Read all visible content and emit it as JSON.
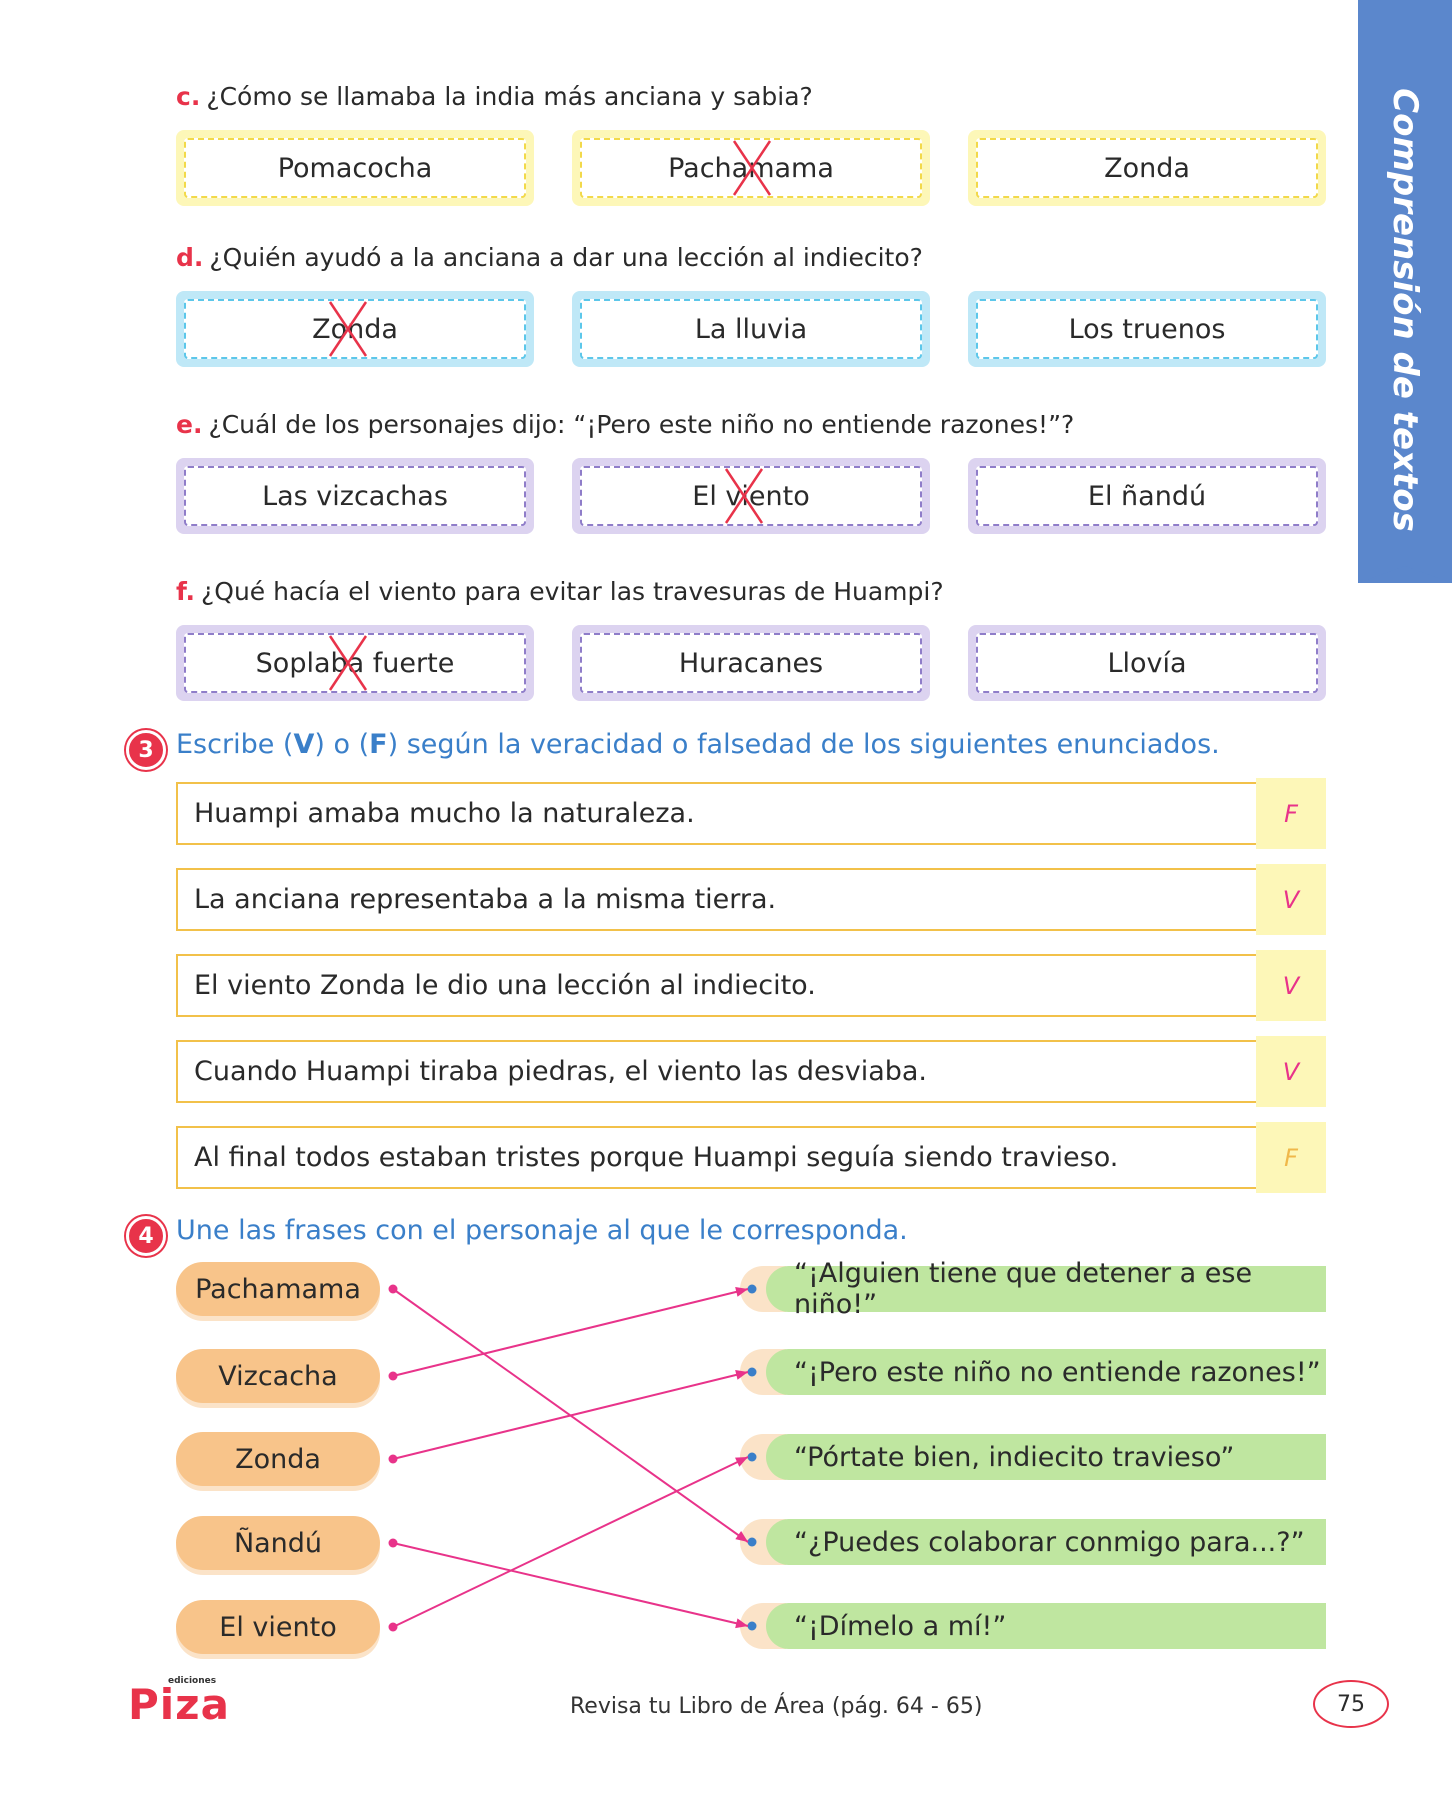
{
  "sidebar": {
    "label": "Comprensión de textos",
    "color": "#5b87cc"
  },
  "questions": [
    {
      "letter": "c.",
      "text": "¿Cómo se llamaba la india más anciana y sabia?",
      "options": [
        "Pomacocha",
        "Pachamama",
        "Zonda"
      ],
      "crossed": 1,
      "style": "yellow"
    },
    {
      "letter": "d.",
      "text": "¿Quién ayudó a la anciana a dar una lección al indiecito?",
      "options": [
        "Zonda",
        "La lluvia",
        "Los truenos"
      ],
      "crossed": 0,
      "style": "blue"
    },
    {
      "letter": "e.",
      "text": "¿Cuál de los personajes dijo: “¡Pero este niño no entiende razones!”?",
      "options": [
        "Las vizcachas",
        "El viento",
        "El ñandú"
      ],
      "crossed": 1,
      "style": "purple"
    },
    {
      "letter": "f.",
      "text": "¿Qué hacía el viento para evitar las travesuras de Huampi?",
      "options": [
        "Soplaba fuerte",
        "Huracanes",
        "Llovía"
      ],
      "crossed": 0,
      "style": "purple"
    }
  ],
  "section3": {
    "number": "3",
    "parts": [
      "Escribe (",
      "V",
      ") o (",
      "F",
      ") según la veracidad o falsedad de los siguientes enunciados."
    ],
    "statements": [
      {
        "text": "Huampi amaba mucho la naturaleza.",
        "answer": "F",
        "answer_color": "#e8338a"
      },
      {
        "text": "La anciana representaba a la misma tierra.",
        "answer": "V",
        "answer_color": "#e8338a"
      },
      {
        "text": "El viento Zonda le dio una lección al indiecito.",
        "answer": "V",
        "answer_color": "#e8338a"
      },
      {
        "text": "Cuando Huampi tiraba piedras, el viento las desviaba.",
        "answer": "V",
        "answer_color": "#e8338a"
      },
      {
        "text": "Al final todos estaban tristes porque Huampi seguía siendo travieso.",
        "answer": "F",
        "answer_color": "#f0b84a"
      }
    ]
  },
  "section4": {
    "number": "4",
    "instruction": "Une las frases con el personaje al que le corresponda.",
    "characters": [
      "Pachamama",
      "Vizcacha",
      "Zonda",
      "Ñandú",
      "El viento"
    ],
    "phrases": [
      "“¡Alguien tiene que detener a ese niño!”",
      "“¡Pero este niño no entiende razones!”",
      "“Pórtate bien, indiecito travieso”",
      "“¿Puedes colaborar conmigo para...?”",
      "“¡Dímelo a mí!”"
    ],
    "matches": [
      [
        0,
        3
      ],
      [
        1,
        0
      ],
      [
        2,
        1
      ],
      [
        3,
        4
      ],
      [
        4,
        2
      ]
    ],
    "line_color": "#e8338a"
  },
  "footer": {
    "logo_small": "ediciones",
    "logo": "Piza",
    "reference": "Revisa tu Libro de Área (pág. 64 - 65)",
    "page_number": "75"
  }
}
